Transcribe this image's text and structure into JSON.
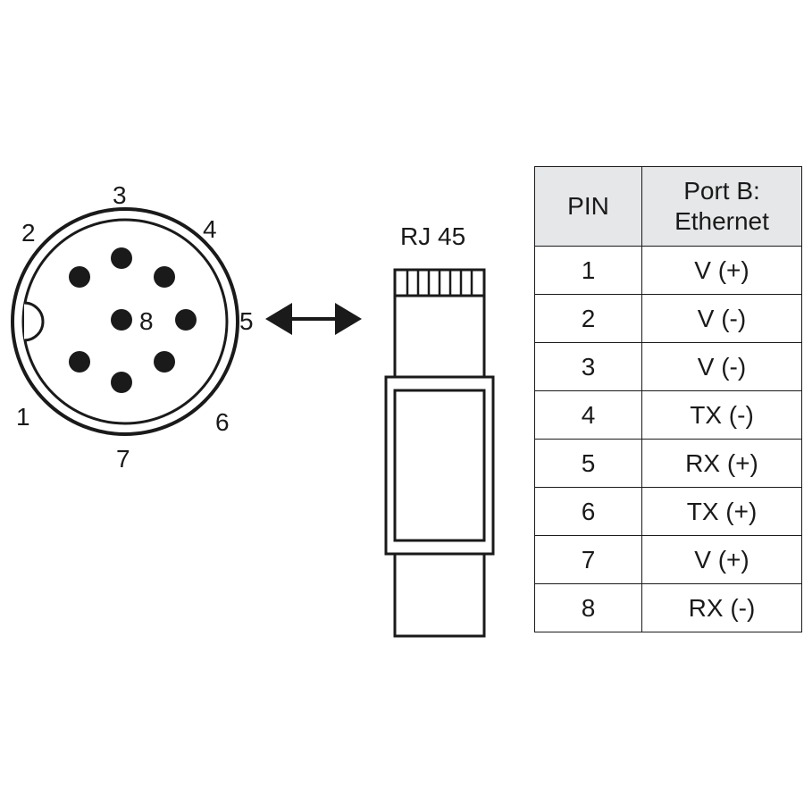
{
  "connector": {
    "pin_numbers": [
      "1",
      "2",
      "3",
      "4",
      "5",
      "6",
      "7",
      "8"
    ]
  },
  "plug": {
    "label": "RJ 45"
  },
  "table": {
    "headers": {
      "pin": "PIN",
      "port_line1": "Port B:",
      "port_line2": "Ethernet"
    },
    "rows": [
      {
        "pin": "1",
        "signal": "V (+)"
      },
      {
        "pin": "2",
        "signal": "V (-)"
      },
      {
        "pin": "3",
        "signal": "V (-)"
      },
      {
        "pin": "4",
        "signal": "TX (-)"
      },
      {
        "pin": "5",
        "signal": "RX (+)"
      },
      {
        "pin": "6",
        "signal": "TX (+)"
      },
      {
        "pin": "7",
        "signal": "V (+)"
      },
      {
        "pin": "8",
        "signal": "RX (-)"
      }
    ]
  },
  "colors": {
    "ink": "#1a1a1a",
    "header_fill": "#e6e7e8",
    "background": "#ffffff"
  }
}
